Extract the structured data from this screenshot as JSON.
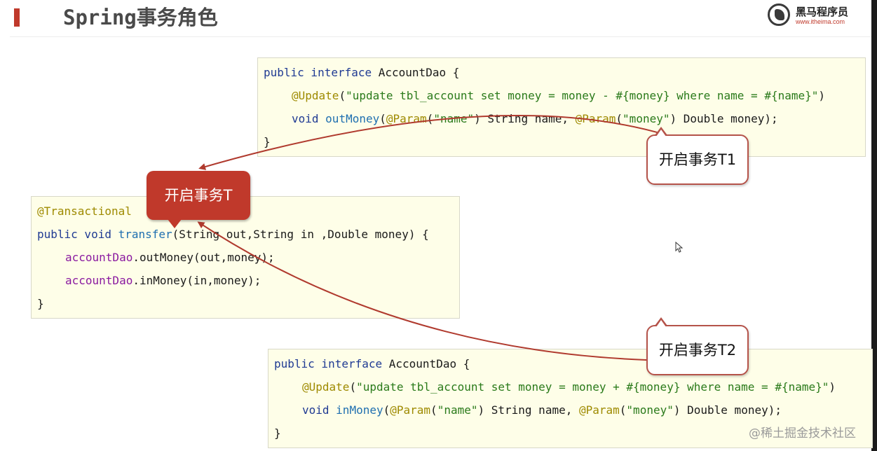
{
  "slide": {
    "title": "Spring事务角色",
    "logo": {
      "name": "黑马程序员",
      "url": "www.itheima.com"
    }
  },
  "code_top": {
    "lines": [
      "public interface AccountDao {",
      "@Update(\"update tbl_account set money = money - #{money} where name = #{name}\")",
      "void outMoney(@Param(\"name\") String name, @Param(\"money\") Double money);",
      "}"
    ],
    "tokens": {
      "l1_kw": "public interface",
      "l1_rest": " AccountDao {",
      "l2_ann": "@Update",
      "l2_p1": "(",
      "l2_str": "\"update tbl_account set money = money - #{money} where name = #{name}\"",
      "l2_p2": ")",
      "l3_kw": "void",
      "l3_sp": " ",
      "l3_fn": "outMoney",
      "l3_p1": "(",
      "l3_ann1": "@Param",
      "l3_p2": "(",
      "l3_str1": "\"name\"",
      "l3_p3": ") String name, ",
      "l3_ann2": "@Param",
      "l3_p4": "(",
      "l3_str2": "\"money\"",
      "l3_p5": ") Double money);",
      "l4": "}"
    }
  },
  "code_middle": {
    "tokens": {
      "l1_ann": "@Transactional",
      "l2_kw": "public void",
      "l2_sp": " ",
      "l2_fn": "transfer",
      "l2_rest": "(String out,String in ,Double money) {",
      "l3_field": "accountDao",
      "l3_rest": ".outMoney(out,money);",
      "l4_field": "accountDao",
      "l4_rest": ".inMoney(in,money);",
      "l5": "}"
    }
  },
  "code_bottom": {
    "tokens": {
      "l1_kw": "public interface",
      "l1_rest": " AccountDao {",
      "l2_ann": "@Update",
      "l2_p1": "(",
      "l2_str": "\"update tbl_account set money = money + #{money} where name = #{name}\"",
      "l2_p2": ")",
      "l3_kw": "void",
      "l3_sp": " ",
      "l3_fn": "inMoney",
      "l3_p1": "(",
      "l3_ann1": "@Param",
      "l3_p2": "(",
      "l3_str1": "\"name\"",
      "l3_p3": ") String name, ",
      "l3_ann2": "@Param",
      "l3_p4": "(",
      "l3_str2": "\"money\"",
      "l3_p5": ") Double money);",
      "l4": "}"
    }
  },
  "callouts": {
    "main": "开启事务T",
    "t1": "开启事务T1",
    "t2": "开启事务T2"
  },
  "watermark": "@稀土掘金技术社区",
  "colors": {
    "accent_red": "#c0392b",
    "code_background": "#fefee8",
    "keyword": "#1f3a93",
    "annotation": "#9e8a00",
    "string": "#2a7a1a"
  }
}
